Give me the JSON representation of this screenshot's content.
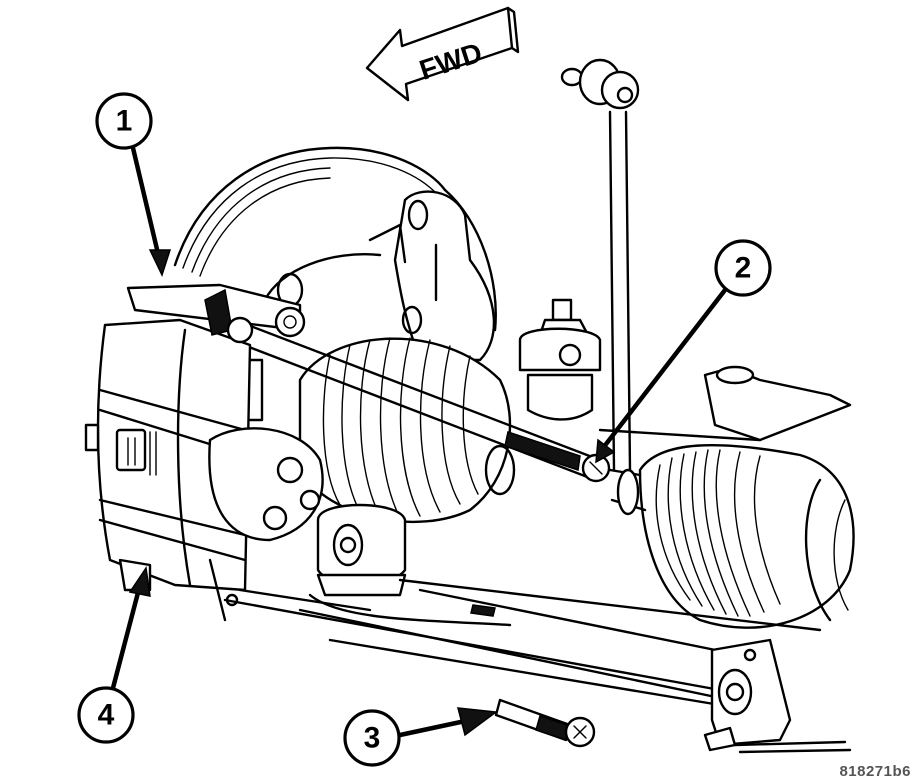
{
  "figure": {
    "type": "service-manual line illustration",
    "subject": "front suspension / steering tie rod and brake caliper assembly",
    "direction_indicator": {
      "label": "FWD",
      "icon": "arrow-left-icon"
    },
    "reference_id": "818271b6"
  },
  "callouts": [
    {
      "number": "1",
      "target": "brake caliper / adapter (upper)"
    },
    {
      "number": "2",
      "target": "outer tie rod end nut"
    },
    {
      "number": "3",
      "target": "lower control arm bolt"
    },
    {
      "number": "4",
      "target": "brake caliper (lower)"
    }
  ],
  "colors": {
    "ink": "#000000",
    "paper": "#ffffff",
    "ref_text": "#555555"
  }
}
